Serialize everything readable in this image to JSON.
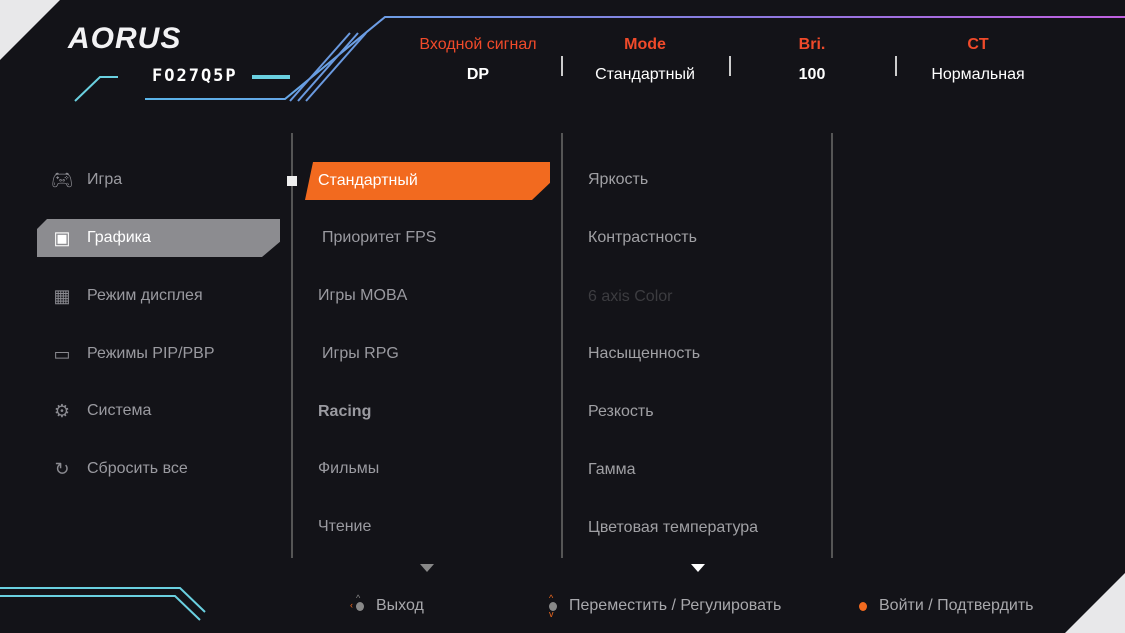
{
  "brand": "AORUS",
  "model": "FO27Q5P",
  "header": [
    {
      "label": "Входной сигнал",
      "value": "DP"
    },
    {
      "label": "Mode",
      "value": "Стандартный"
    },
    {
      "label": "Bri.",
      "value": "100"
    },
    {
      "label": "CT",
      "value": "Нормальная"
    }
  ],
  "menu": [
    {
      "label": "Игра",
      "icon": "gamepad-icon"
    },
    {
      "label": "Графика",
      "icon": "picture-icon",
      "selected": true
    },
    {
      "label": "Режим дисплея",
      "icon": "grid-icon"
    },
    {
      "label": "Режимы PIP/PBP",
      "icon": "pip-icon"
    },
    {
      "label": "Система",
      "icon": "gear-icon"
    },
    {
      "label": "Сбросить все",
      "icon": "reset-icon"
    }
  ],
  "modes": [
    "Стандартный",
    "Приоритет FPS",
    "Игры MOBA",
    "Игры RPG",
    "Racing",
    "Фильмы",
    "Чтение"
  ],
  "settings": [
    "Яркость",
    "Контрастность",
    "6 axis Color",
    "Насыщенность",
    "Резкость",
    "Гамма",
    "Цветовая температура"
  ],
  "footer": {
    "exit": "Выход",
    "move": "Переместить / Регулировать",
    "enter": "Войти / Подтвердить"
  },
  "colors": {
    "accent": "#f26a1f",
    "label": "#f04a2a",
    "selected_bg": "#8c8c90"
  }
}
